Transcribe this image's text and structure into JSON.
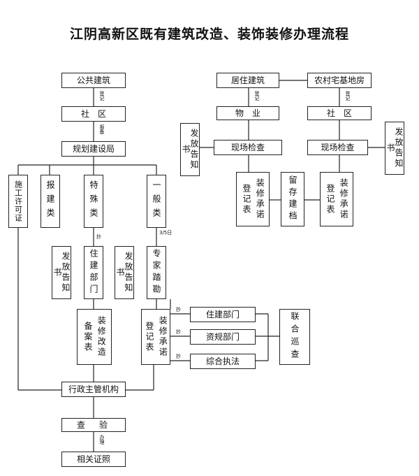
{
  "title": "江阴高新区既有建筑改造、装饰装修办理流程",
  "boxes": {
    "public_building": "公共建筑",
    "community_left": "社　区",
    "planning_bureau": "规划建设局",
    "construction_permit": "施工许可证",
    "report_build": "报建类",
    "special": "特殊类",
    "general": "一般类",
    "notice_left_1": "发放告知书",
    "housing_dept_vertical": "住建部门",
    "notice_left_2": "发放告知书",
    "expert_survey": "专家踏勘",
    "reno_filing": "装修改造备案表",
    "reno_commit_left": "装修承诺登记表",
    "housing_dept": "住建部门",
    "resource_dept": "资规部门",
    "law_enforcement": "综合执法",
    "joint_inspection": "联合巡查",
    "admin_agency": "行政主管机构",
    "inspection": "查　验",
    "certificates": "相关证照",
    "residential": "居住建筑",
    "rural_homestead": "农村宅基地房",
    "property": "物　业",
    "community_right": "社　区",
    "site_check_1": "现场检查",
    "site_check_2": "现场检查",
    "notice_right_1": "发放告知书",
    "notice_right_2": "发放告知书",
    "reno_commit_right_1": "装修承诺登记表",
    "archive": "留存建档",
    "reno_commit_right_2": "装修承诺登记表"
  },
  "labels": {
    "register_1": "登记",
    "report_1": "报备",
    "copy_1": "抄",
    "days": "3/5日",
    "copy_2": "抄",
    "copy_3": "抄",
    "copy_4": "抄",
    "process": "办理",
    "register_2": "登记",
    "register_3": "登记"
  }
}
